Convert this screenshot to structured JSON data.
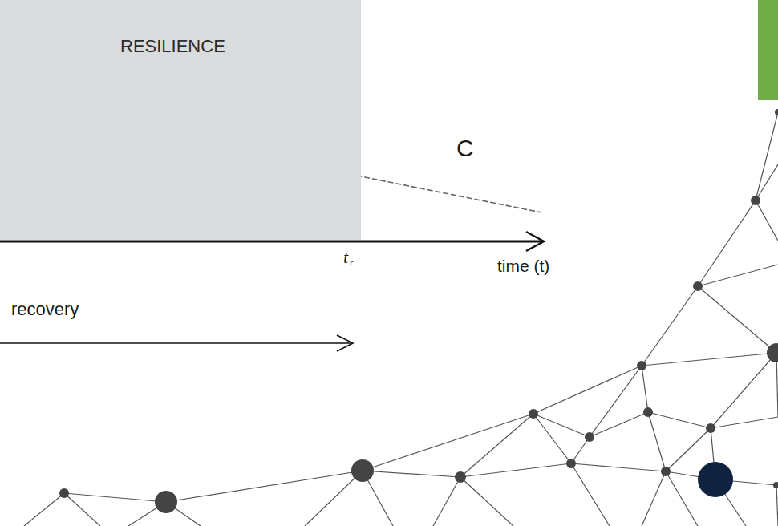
{
  "diagram": {
    "nodes": [
      {
        "text": [
          "RESILIENCE"
        ]
      }
    ],
    "labels": [
      "C",
      "t",
      "r",
      "time (t)",
      "recovery"
    ]
  }
}
